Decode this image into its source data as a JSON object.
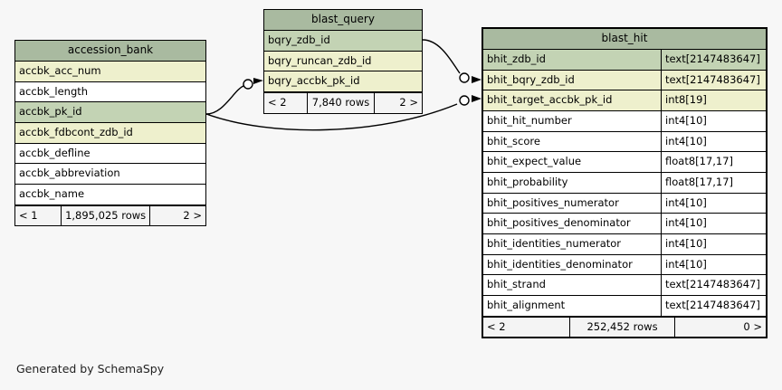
{
  "diagram": {
    "footer_text": "Generated by SchemaSpy",
    "background_color": "#f7f7f7",
    "header_color": "#a9baa0",
    "primary_key_color": "#c3d3b4",
    "foreign_key_color": "#eef0cd",
    "row_color": "#ffffff",
    "line_color": "#000000"
  },
  "tables": {
    "accession_bank": {
      "title": "accession_bank",
      "columns": [
        {
          "name": "accbk_acc_num",
          "type": "",
          "key": "fk"
        },
        {
          "name": "accbk_length",
          "type": "",
          "key": "none"
        },
        {
          "name": "accbk_pk_id",
          "type": "",
          "key": "pk"
        },
        {
          "name": "accbk_fdbcont_zdb_id",
          "type": "",
          "key": "fk"
        },
        {
          "name": "accbk_defline",
          "type": "",
          "key": "none"
        },
        {
          "name": "accbk_abbreviation",
          "type": "",
          "key": "none"
        },
        {
          "name": "accbk_name",
          "type": "",
          "key": "none"
        }
      ],
      "footer": {
        "prev": "< 1",
        "rows": "1,895,025 rows",
        "next": "2 >"
      }
    },
    "blast_query": {
      "title": "blast_query",
      "columns": [
        {
          "name": "bqry_zdb_id",
          "type": "",
          "key": "pk"
        },
        {
          "name": "bqry_runcan_zdb_id",
          "type": "",
          "key": "fk"
        },
        {
          "name": "bqry_accbk_pk_id",
          "type": "",
          "key": "fk"
        }
      ],
      "footer": {
        "prev": "< 2",
        "rows": "7,840 rows",
        "next": "2 >"
      }
    },
    "blast_hit": {
      "title": "blast_hit",
      "columns": [
        {
          "name": "bhit_zdb_id",
          "type": "text[2147483647]",
          "key": "pk"
        },
        {
          "name": "bhit_bqry_zdb_id",
          "type": "text[2147483647]",
          "key": "fk"
        },
        {
          "name": "bhit_target_accbk_pk_id",
          "type": "int8[19]",
          "key": "fk"
        },
        {
          "name": "bhit_hit_number",
          "type": "int4[10]",
          "key": "none"
        },
        {
          "name": "bhit_score",
          "type": "int4[10]",
          "key": "none"
        },
        {
          "name": "bhit_expect_value",
          "type": "float8[17,17]",
          "key": "none"
        },
        {
          "name": "bhit_probability",
          "type": "float8[17,17]",
          "key": "none"
        },
        {
          "name": "bhit_positives_numerator",
          "type": "int4[10]",
          "key": "none"
        },
        {
          "name": "bhit_positives_denominator",
          "type": "int4[10]",
          "key": "none"
        },
        {
          "name": "bhit_identities_numerator",
          "type": "int4[10]",
          "key": "none"
        },
        {
          "name": "bhit_identities_denominator",
          "type": "int4[10]",
          "key": "none"
        },
        {
          "name": "bhit_strand",
          "type": "text[2147483647]",
          "key": "none"
        },
        {
          "name": "bhit_alignment",
          "type": "text[2147483647]",
          "key": "none"
        }
      ],
      "footer": {
        "prev": "< 2",
        "rows": "252,452 rows",
        "next": "0 >"
      }
    }
  },
  "relationships": [
    {
      "name": "accession_bank-to-blast_query",
      "from_table": "accession_bank",
      "from_column": "accbk_pk_id",
      "to_table": "blast_query",
      "to_column": "bqry_accbk_pk_id"
    },
    {
      "name": "accession_bank-to-blast_hit",
      "from_table": "accession_bank",
      "from_column": "accbk_pk_id",
      "to_table": "blast_hit",
      "to_column": "bhit_target_accbk_pk_id"
    },
    {
      "name": "blast_query-to-blast_hit",
      "from_table": "blast_query",
      "from_column": "bqry_zdb_id",
      "to_table": "blast_hit",
      "to_column": "bhit_bqry_zdb_id"
    }
  ]
}
